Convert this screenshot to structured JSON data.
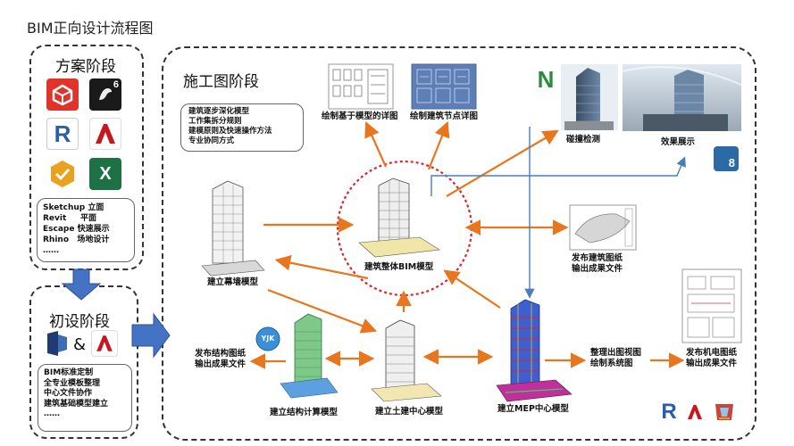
{
  "title": "BIM正向设计流程图",
  "scheme": {
    "title": "方案阶段",
    "software_list": [
      {
        "name": "Sketchup",
        "use": "立面"
      },
      {
        "name": "Revit",
        "use": "平面"
      },
      {
        "name": "Escape",
        "use": "快速展示"
      },
      {
        "name": "Rhino",
        "use": "场地设计"
      },
      {
        "name": "……",
        "use": ""
      }
    ]
  },
  "prelim": {
    "title": "初设阶段",
    "amp": "&",
    "items": [
      "BIM标准定制",
      "全专业模板整理",
      "中心文件协作",
      "建筑基础模型建立",
      "……"
    ]
  },
  "construction": {
    "title": "施工图阶段",
    "notes": [
      "建筑逐步深化模型",
      "工作集拆分规则",
      "建模原则及快速操作方法",
      "专业协同方式"
    ],
    "labels": {
      "detail_model": "绘制基于模型的详图",
      "node_detail": "绘制建筑节点详图",
      "clash": "碰撞检测",
      "render": "效果展示",
      "curtain_wall": "建立幕墙模型",
      "main_model": "建筑整体BIM模型",
      "arch_drawings_1": "发布建筑图纸",
      "arch_drawings_2": "输出成果文件",
      "struct_drawings_1": "发布结构图纸",
      "struct_drawings_2": "输出成果文件",
      "struct_model": "建立结构计算模型",
      "civil_model": "建立土建中心模型",
      "mep_model": "建立MEP中心模型",
      "views_1": "整理出图视图",
      "views_2": "绘制系统图",
      "mep_drawings_1": "发布机电图纸",
      "mep_drawings_2": "输出成果文件"
    },
    "icon_texts": {
      "navisworks": "N",
      "lumion": "8",
      "yjk": "YJK",
      "sketchup_version": "6"
    }
  },
  "colors": {
    "arrow_orange": "#E8761E",
    "arrow_blue": "#4A7EBB",
    "circle_red": "#D9262B",
    "excel_green": "#1E7145",
    "revit_blue": "#2A5EA8",
    "autocad_red": "#C8161D"
  }
}
